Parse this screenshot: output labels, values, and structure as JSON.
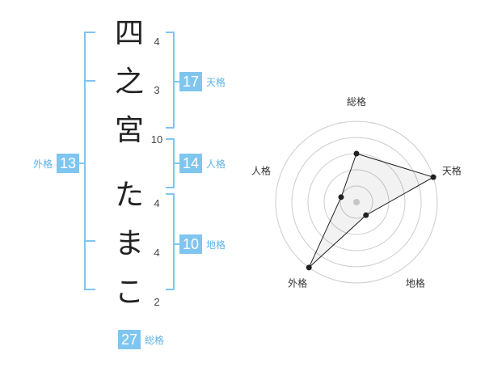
{
  "name": {
    "chars": [
      {
        "char": "四",
        "strokes": "4"
      },
      {
        "char": "之",
        "strokes": "3"
      },
      {
        "char": "宮",
        "strokes": "10"
      },
      {
        "char": "た",
        "strokes": "4"
      },
      {
        "char": "ま",
        "strokes": "4"
      },
      {
        "char": "こ",
        "strokes": "2"
      }
    ]
  },
  "kakusu": {
    "tenkaku": {
      "value": "17",
      "label": "天格"
    },
    "jinkaku": {
      "value": "14",
      "label": "人格"
    },
    "chikaku": {
      "value": "10",
      "label": "地格"
    },
    "gaikaku": {
      "value": "13",
      "label": "外格"
    },
    "soukaku": {
      "value": "27",
      "label": "総格"
    }
  },
  "colors": {
    "bracket": "#7fc6ef",
    "badge": "#7fc6ef",
    "label": "#5cb3e6"
  },
  "chart_data": {
    "type": "radar",
    "axes": [
      "総格",
      "天格",
      "地格",
      "外格",
      "人格"
    ],
    "values": [
      3,
      5,
      1,
      5,
      1
    ],
    "max": 5,
    "rings": 5
  }
}
